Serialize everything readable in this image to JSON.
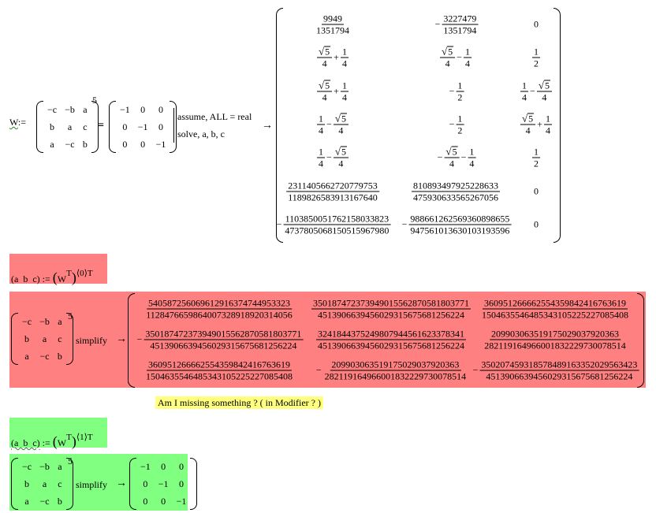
{
  "definition": {
    "lhs": "W",
    "assign": ":=",
    "power": "5",
    "matrix": [
      [
        "−c",
        "−b",
        "a"
      ],
      [
        "b",
        "a",
        "c"
      ],
      [
        "a",
        "−c",
        "b"
      ]
    ],
    "equals": "=",
    "rhs": [
      [
        "−1",
        "0",
        "0"
      ],
      [
        "0",
        "−1",
        "0"
      ],
      [
        "0",
        "0",
        "−1"
      ]
    ],
    "keywords": [
      "assume, ALL = real",
      "solve, a, b, c"
    ],
    "arrow": "→"
  },
  "solutions": [
    [
      {
        "s": "",
        "n": "9949",
        "d": "1351794"
      },
      {
        "s": "−",
        "n": "3227479",
        "d": "1351794"
      },
      {
        "v": "0"
      }
    ],
    [
      {
        "row": "sqrt-plus"
      },
      {
        "row": "sqrt-minus"
      },
      {
        "s": "",
        "n": "1",
        "d": "2"
      }
    ],
    [
      {
        "row": "sqrt-plus"
      },
      {
        "s": "−",
        "n": "1",
        "d": "2"
      },
      {
        "row": "quarter-minus-sqrt"
      }
    ],
    [
      {
        "row": "quarter-minus-sqrt"
      },
      {
        "s": "−",
        "n": "1",
        "d": "2"
      },
      {
        "row": "sqrt-plus"
      }
    ],
    [
      {
        "row": "quarter-minus-sqrt"
      },
      {
        "row": "neg-sqrt-minus"
      },
      {
        "s": "",
        "n": "1",
        "d": "2"
      }
    ],
    [
      {
        "s": "",
        "n": "2311405662720779753",
        "d": "1189826583913167640"
      },
      {
        "s": "",
        "n": "810893497925228633",
        "d": "475930633565267056"
      },
      {
        "v": "0"
      }
    ],
    [
      {
        "s": "−",
        "n": "1103850051762158033823",
        "d": "4737805068150515967980"
      },
      {
        "s": "−",
        "n": "988661262569360898655",
        "d": "947561013630103193596"
      },
      {
        "v": "0"
      }
    ]
  ],
  "frac_parts": {
    "sqrt5": "5",
    "four": "4",
    "one": "1",
    "plus": "+",
    "minus": "−"
  },
  "red_assign": {
    "lhs": "(a  b  c)",
    "assign": ":=",
    "expr": "W",
    "T": "T",
    "col": "⟨0⟩"
  },
  "red_simplify": {
    "power": "5",
    "keyword": "simplify",
    "arrow": "→",
    "matrix": [
      [
        "−c",
        "−b",
        "a"
      ],
      [
        "b",
        "a",
        "c"
      ],
      [
        "a",
        "−c",
        "b"
      ]
    ],
    "result": [
      [
        {
          "s": "",
          "n": "5405872560696129163747449533 23",
          "d": "1128476659864007328918920314056"
        },
        {
          "s": "",
          "n": "3501874723739490155628705818 03771",
          "d": "4513906639456029315675681256224"
        },
        {
          "s": "",
          "n": "3609512666625543598424167636 19",
          "d": "1504635546485343105225227085408"
        }
      ],
      [
        {
          "s": "−",
          "n": "3501874723739490155628705818 03771",
          "d": "4513906639456029315675681256224"
        },
        {
          "s": "",
          "n": "3241844375249807944561623378341",
          "d": "4513906639456029315675681256224"
        },
        {
          "s": "",
          "n": "2099030635191750290379203 63",
          "d": "282119164966001832229730078514"
        }
      ],
      [
        {
          "s": "",
          "n": "3609512666625543598424167636 19",
          "d": "1504635546485343105225227085408"
        },
        {
          "s": "−",
          "n": "2099030635191750290379203 63",
          "d": "282119164966001832229730078514"
        },
        {
          "s": "−",
          "n": "3502074593185784891633520295634 23",
          "d": "4513906639456029315675681256224"
        }
      ]
    ]
  },
  "note": "Am I missing something ? ( in Modifier ? )",
  "green_assign": {
    "lhs": "(a  b  c)",
    "assign": ":=",
    "expr": "W",
    "T": "T",
    "col": "⟨1⟩"
  },
  "green_simplify": {
    "power": "5",
    "keyword": "simplify",
    "arrow": "→",
    "matrix": [
      [
        "−c",
        "−b",
        "a"
      ],
      [
        "b",
        "a",
        "c"
      ],
      [
        "a",
        "−c",
        "b"
      ]
    ],
    "result": [
      [
        "−1",
        "0",
        "0"
      ],
      [
        "0",
        "−1",
        "0"
      ],
      [
        "0",
        "0",
        "−1"
      ]
    ]
  },
  "colors": {
    "red": "#ff8080",
    "green": "#80ff80",
    "yellow": "#ffff80"
  }
}
